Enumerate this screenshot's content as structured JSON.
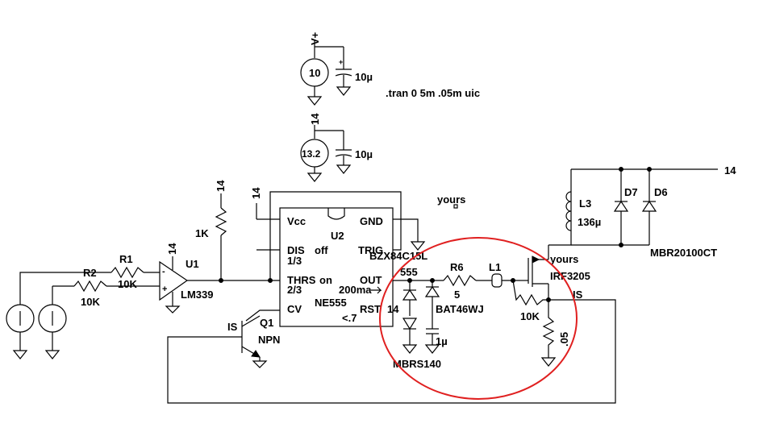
{
  "colors": {
    "wire": "#000000",
    "highlight": "#e02020",
    "background": "#ffffff"
  },
  "labels": {
    "vplus": "V+",
    "v1_value": "10",
    "v2_value": "13.2",
    "c_supply1": "10µ",
    "c_supply2": "10µ",
    "tran": ".tran 0 5m .05m uic",
    "net14_top": "14",
    "net14_lm": "14",
    "net14_ne": "14",
    "net14_r": "14",
    "net14_right": "14",
    "yours_top": "yours",
    "yours_fet": "yours",
    "r_pull_val": "1K",
    "u1": "U1",
    "lm339": "LM339",
    "r1": "R1",
    "r1_val": "10K",
    "r2": "R2",
    "r2_val": "10K",
    "u2": "U2",
    "vcc": "Vcc",
    "gnd": "GND",
    "dis": "DIS",
    "off": "off",
    "trig": "TRIG",
    "v13": "1/3",
    "thrs": "THRS",
    "on": "on",
    "out": "OUT",
    "v23": "2/3",
    "ma": "200ma",
    "cv": "CV",
    "rst": "RST",
    "ne555": "NE555",
    "v07": "<.7",
    "bzx": "BZX84C15L",
    "n555": "555",
    "r6": "R6",
    "r6_val": "5",
    "l1": "L1",
    "bat": "BAT46WJ",
    "mbrs": "MBRS140",
    "c1u": "1µ",
    "l3": "L3",
    "l3_val": "136µ",
    "d7": "D7",
    "d6": "D6",
    "mbr": "MBR20100CT",
    "irf": "IRF3205",
    "r_gs": "10K",
    "is_right": "IS",
    "is_left": "IS",
    "rsense": ".05",
    "q1": "Q1",
    "npn": "NPN"
  }
}
